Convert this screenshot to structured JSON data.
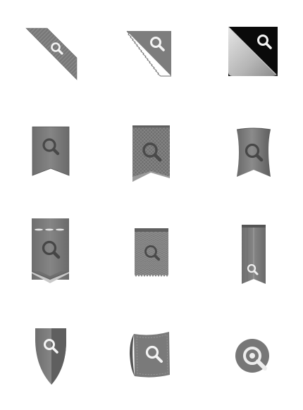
{
  "colors": {
    "background": "#ffffff",
    "ribbon_dark": "#5a5a5a",
    "ribbon_mid": "#7c7c7c",
    "ribbon_light": "#a8a8a8",
    "black": "#0a0a0a",
    "white_icon": "#f4f4f4",
    "dark_icon": "#464646"
  },
  "icons": [
    {
      "name": "corner-ribbon-search",
      "glyph": "search-icon"
    },
    {
      "name": "corner-ribbon-serrated-search",
      "glyph": "search-icon"
    },
    {
      "name": "page-curl-search",
      "glyph": "search-icon"
    },
    {
      "name": "bookmark-notch-search",
      "glyph": "search-icon"
    },
    {
      "name": "bookmark-textured-search",
      "glyph": "search-icon"
    },
    {
      "name": "bookmark-wavy-search",
      "glyph": "search-icon"
    },
    {
      "name": "bookmark-stitched-search",
      "glyph": "search-icon"
    },
    {
      "name": "tag-zigzag-search",
      "glyph": "search-icon"
    },
    {
      "name": "bookmark-narrow-search",
      "glyph": "search-icon"
    },
    {
      "name": "shield-search",
      "glyph": "search-icon"
    },
    {
      "name": "curled-tag-search",
      "glyph": "search-icon"
    },
    {
      "name": "round-search",
      "glyph": "search-icon"
    }
  ]
}
